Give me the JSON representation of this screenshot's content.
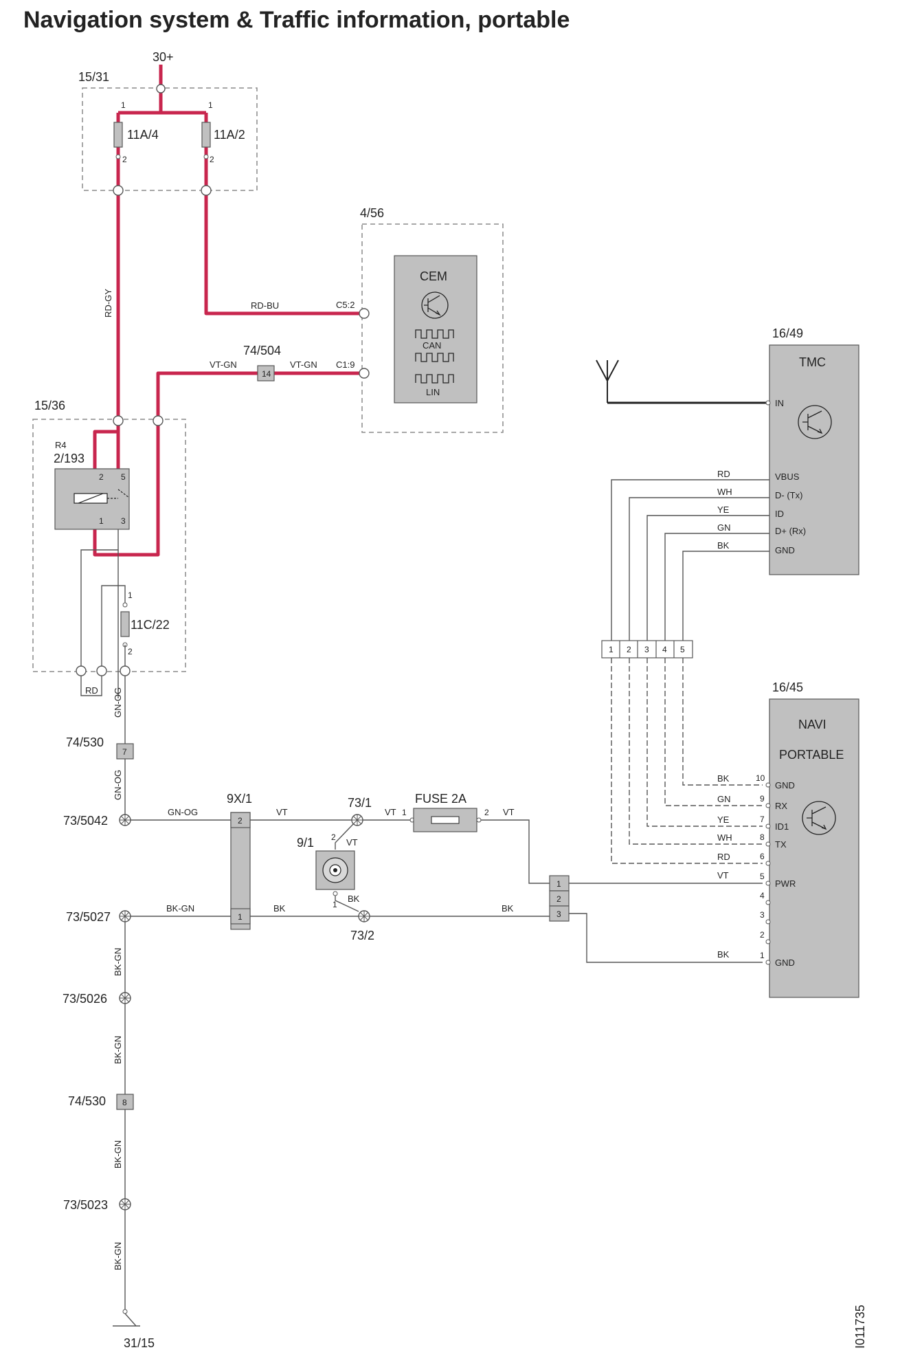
{
  "title": "Navigation system & Traffic information, portable",
  "doc_number": "I011735",
  "supply": "30+",
  "ground": "31/15",
  "components": {
    "fuse_box": "15/31",
    "fuse_a": "11A/4",
    "fuse_b": "11A/2",
    "cem_ref": "4/56",
    "cem": "CEM",
    "can": "CAN",
    "lin": "LIN",
    "conn_74_504": "74/504",
    "conn_74_504_pin": "14",
    "relay_box": "15/36",
    "relay_r": "R4",
    "relay_ref": "2/193",
    "fuse_c": "11C/22",
    "conn_74_530": "74/530",
    "conn_74_530_pin_a": "7",
    "conn_74_530_pin_b": "8",
    "gnd_73_5042": "73/5042",
    "gnd_73_5027": "73/5027",
    "gnd_73_5026": "73/5026",
    "gnd_73_5023": "73/5023",
    "conn_9x1": "9X/1",
    "splice_73_1": "73/1",
    "splice_73_2": "73/2",
    "socket": "9/1",
    "fuse_2a": "FUSE 2A",
    "tmc_ref": "16/49",
    "tmc": "TMC",
    "navi_ref": "16/45",
    "navi": "NAVI",
    "portable": "PORTABLE"
  },
  "cem_pins": {
    "c52": "C5:2",
    "c19": "C1:9"
  },
  "wire_colors": {
    "rd_gy": "RD-GY",
    "rd_bu": "RD-BU",
    "vt_gn": "VT-GN",
    "rd": "RD",
    "gn_og": "GN-OG",
    "bk_gn": "BK-GN",
    "vt": "VT",
    "bk": "BK",
    "wh": "WH",
    "ye": "YE",
    "gn": "GN"
  },
  "tmc_pins": {
    "in": "IN",
    "vbus": "VBUS",
    "dtx": "D- (Tx)",
    "id": "ID",
    "drx": "D+ (Rx)",
    "gnd": "GND"
  },
  "navi_pins": {
    "gnd": "GND",
    "rx": "RX",
    "id1": "ID1",
    "tx": "TX",
    "pwr": "PWR"
  },
  "navi_pin_numbers": [
    "10",
    "9",
    "7",
    "8",
    "6",
    "5",
    "4",
    "3",
    "2",
    "1"
  ],
  "tmc_connector_pins": [
    "1",
    "2",
    "3",
    "4",
    "5"
  ],
  "pin_numbers": {
    "one": "1",
    "two": "2",
    "three": "3",
    "five": "5"
  },
  "colors": {
    "power_wire": "#c8264e",
    "component_fill": "#c0c0c0"
  }
}
